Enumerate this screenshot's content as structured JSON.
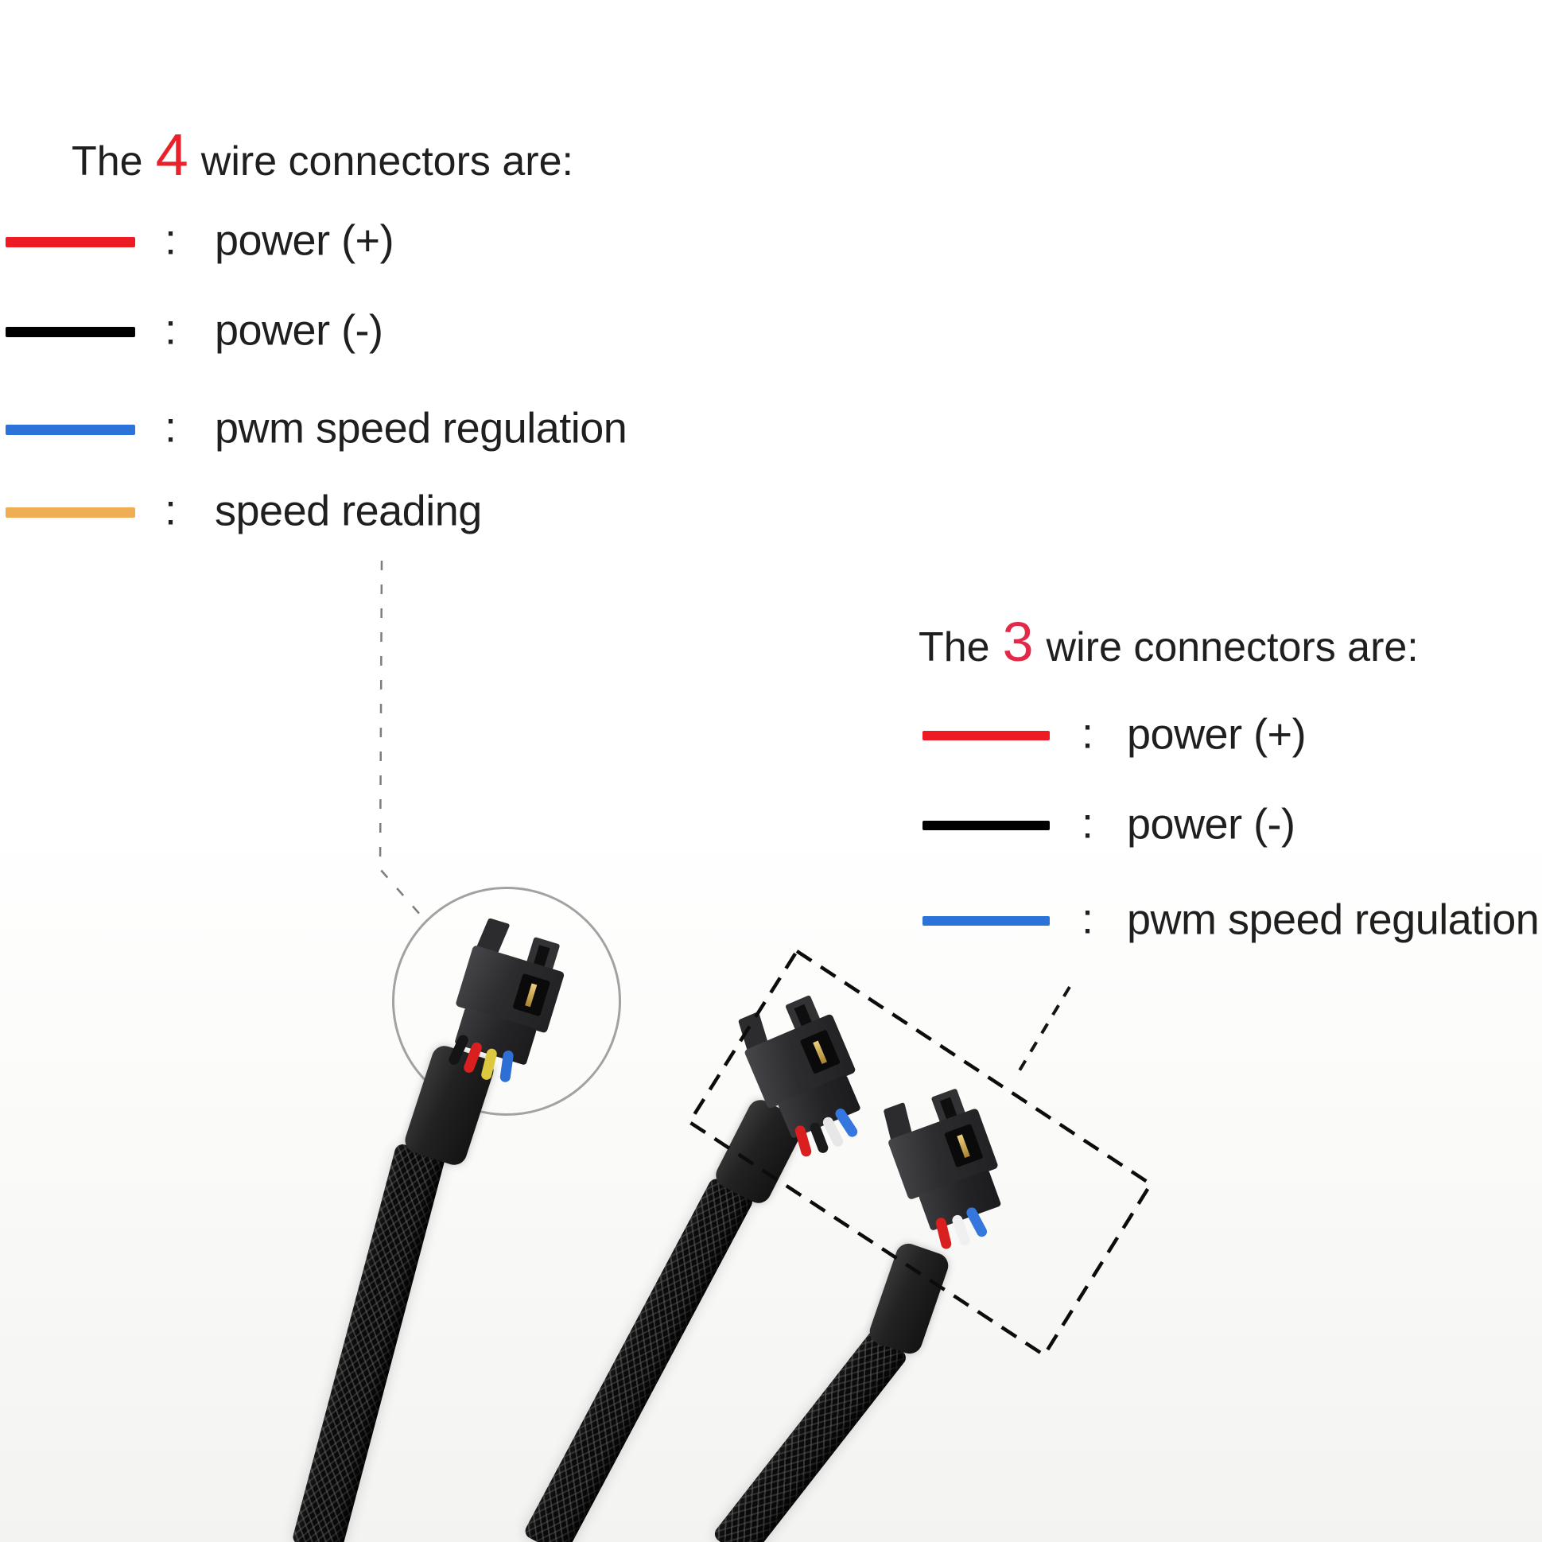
{
  "legend_4wire": {
    "title_prefix": "The",
    "title_number": "4",
    "title_suffix": "wire connectors are:",
    "separator": ":",
    "number_color": "#e8212a",
    "rows": [
      {
        "color_name": "red",
        "hex": "#ed1c24",
        "label": "power (+)"
      },
      {
        "color_name": "black",
        "hex": "#000000",
        "label": "power (-)"
      },
      {
        "color_name": "blue",
        "hex": "#2b72d9",
        "label": "pwm speed regulation"
      },
      {
        "color_name": "orange",
        "hex": "#f0ae54",
        "label": "speed reading"
      }
    ]
  },
  "legend_3wire": {
    "title_prefix": "The",
    "title_number": "3",
    "title_suffix": "wire connectors are:",
    "separator": ":",
    "number_color": "#e2294a",
    "rows": [
      {
        "color_name": "red",
        "hex": "#ed1c24",
        "label": "power (+)"
      },
      {
        "color_name": "black",
        "hex": "#000000",
        "label": "power (-)"
      },
      {
        "color_name": "blue",
        "hex": "#2b72d9",
        "label": "pwm speed regulation"
      }
    ]
  }
}
